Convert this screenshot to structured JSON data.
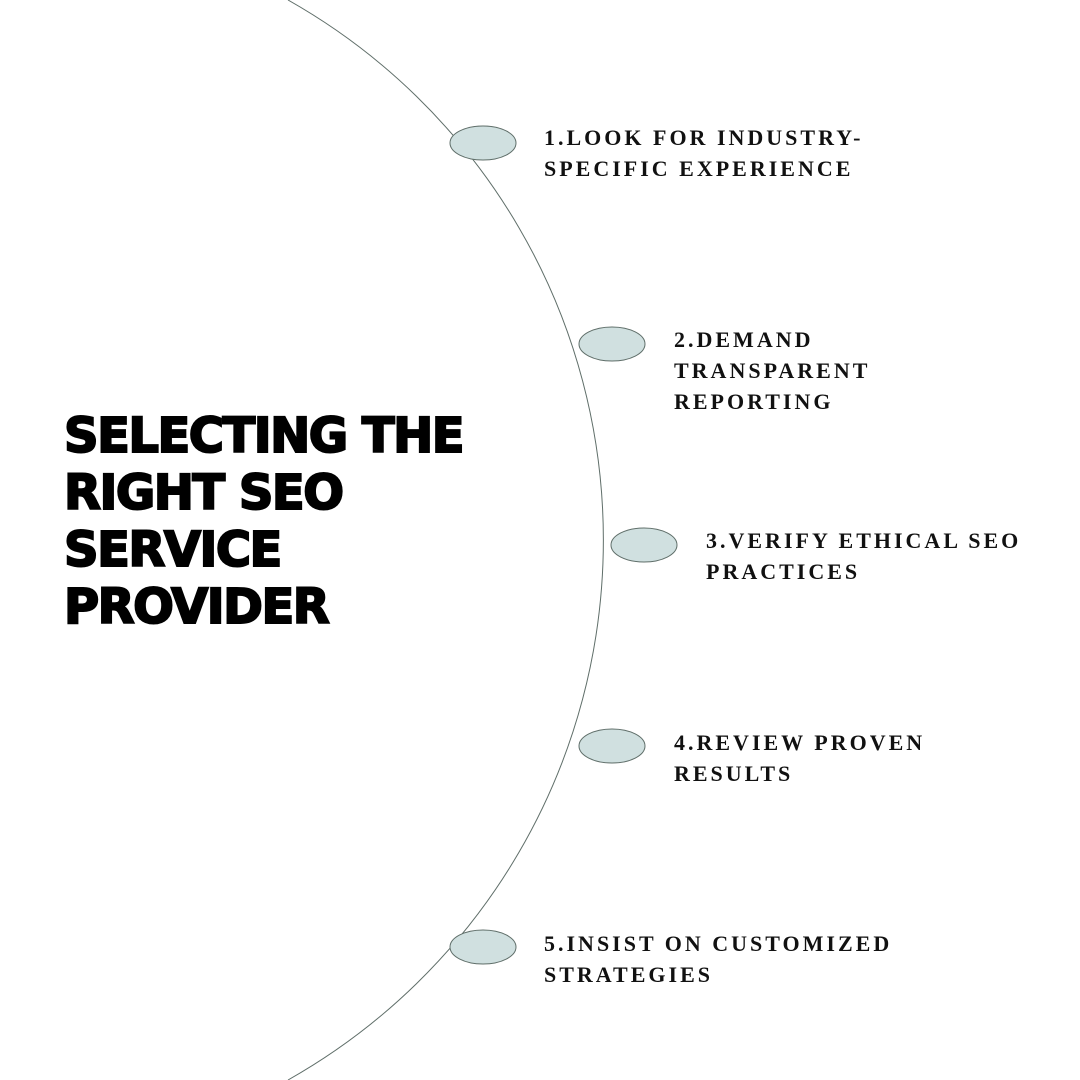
{
  "title": {
    "lines": [
      "SELECTING THE",
      "RIGHT SEO",
      "SERVICE",
      "PROVIDER"
    ]
  },
  "steps": [
    {
      "lines": [
        "1.LOOK FOR INDUSTRY-",
        "SPECIFIC EXPERIENCE"
      ]
    },
    {
      "lines": [
        "2.DEMAND",
        "TRANSPARENT",
        "REPORTING"
      ]
    },
    {
      "lines": [
        "3.VERIFY ETHICAL SEO",
        "PRACTICES"
      ]
    },
    {
      "lines": [
        "4.REVIEW PROVEN",
        "RESULTS"
      ]
    },
    {
      "lines": [
        "5.INSIST ON CUSTOMIZED",
        "STRATEGIES"
      ]
    }
  ],
  "colors": {
    "background": "#ffffff",
    "arc": "#5f6e69",
    "node_fill": "#d0e0e0",
    "node_stroke": "#5f6e69",
    "text": "#111111"
  }
}
